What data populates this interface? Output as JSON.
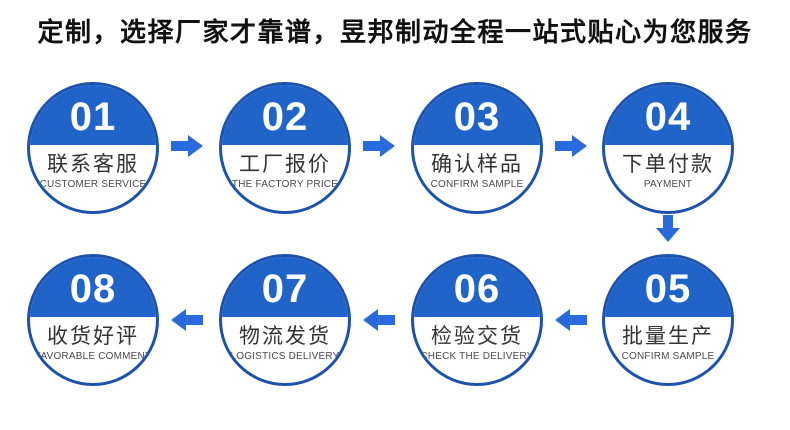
{
  "title": "定制，选择厂家才靠谱，昱邦制动全程一站式贴心为您服务",
  "colors": {
    "circle_fill": "#2164c9",
    "circle_ring": "#1e52ad",
    "arrow": "#2a6bdb",
    "title_text": "#111111",
    "label_cn": "#333333",
    "label_en": "#4a4a4a"
  },
  "steps": [
    {
      "number": "01",
      "label_cn": "联系客服",
      "label_en": "CUSTOMER SERVICE"
    },
    {
      "number": "02",
      "label_cn": "工厂报价",
      "label_en": "THE FACTORY PRICE"
    },
    {
      "number": "03",
      "label_cn": "确认样品",
      "label_en": "CONFIRM SAMPLE"
    },
    {
      "number": "04",
      "label_cn": "下单付款",
      "label_en": "PAYMENT"
    },
    {
      "number": "05",
      "label_cn": "批量生产",
      "label_en": "CONFIRM SAMPLE"
    },
    {
      "number": "06",
      "label_cn": "检验交货",
      "label_en": "CHECK THE DELIVERY"
    },
    {
      "number": "07",
      "label_cn": "物流发货",
      "label_en": "LOGISTICS DELIVERY"
    },
    {
      "number": "08",
      "label_cn": "收货好评",
      "label_en": "FAVORABLE COMMENT"
    }
  ]
}
